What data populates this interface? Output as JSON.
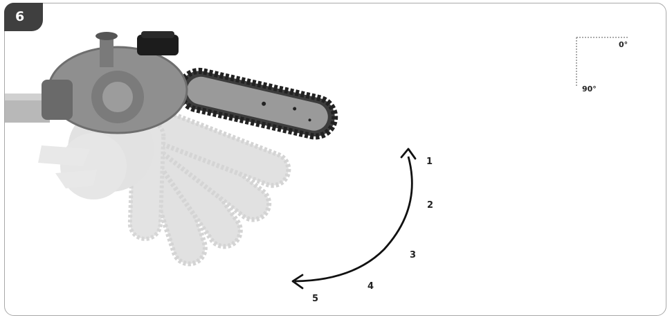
{
  "figure": {
    "number": "6",
    "angle_labels": {
      "zero": "0°",
      "ninety": "90°"
    },
    "positions": [
      "1",
      "2",
      "3",
      "4",
      "5"
    ]
  },
  "icons": [
    "chainsaw-head-illustration",
    "bar-positions-overlay",
    "curved-double-arrow"
  ],
  "colors": {
    "badge": "#3f3f3f",
    "frame": "#a8a8a8",
    "arrow": "#111111"
  }
}
